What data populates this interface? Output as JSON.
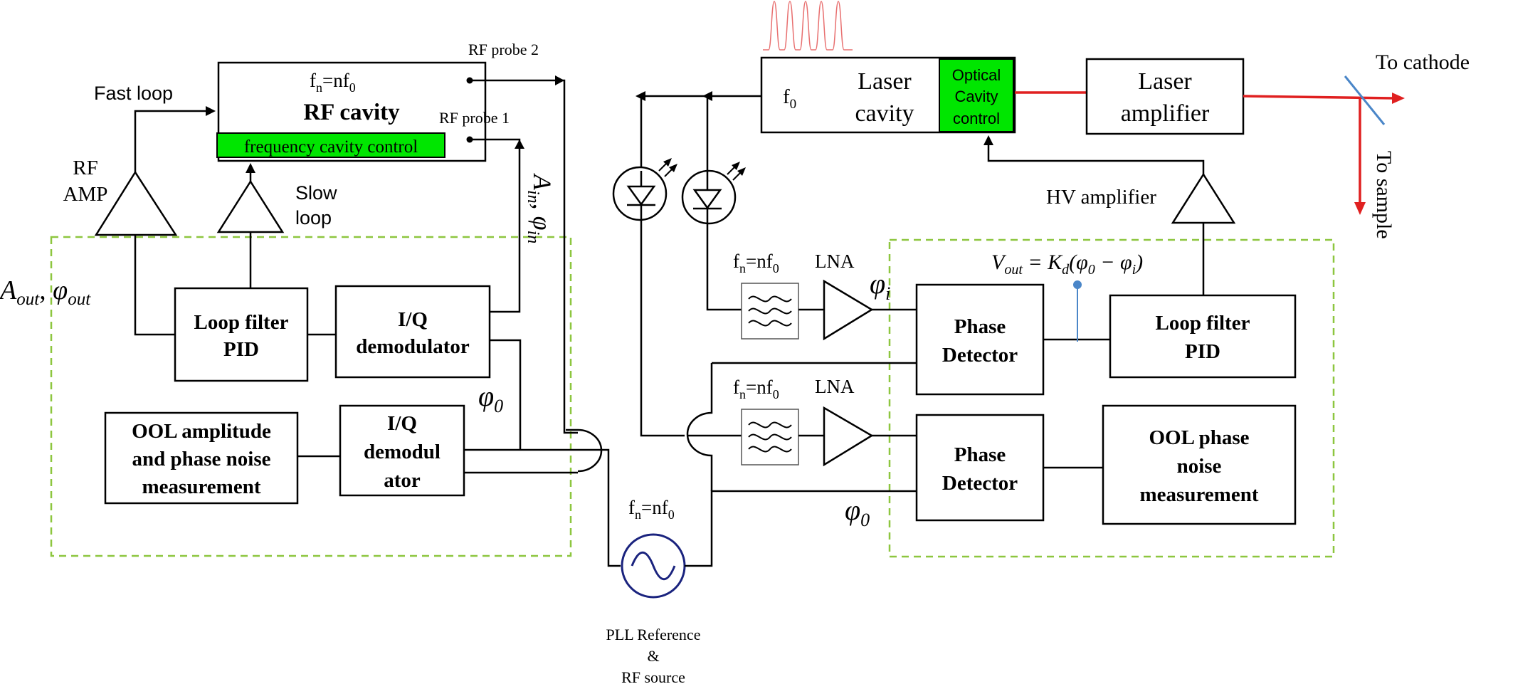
{
  "rf": {
    "cavity_freq": "f",
    "cavity_freq_sub": "n",
    "cavity_freq_eq": "=nf",
    "cavity_freq_sub2": "0",
    "cavity_title": "RF cavity",
    "freq_control": "frequency cavity control",
    "probe2": "RF probe 2",
    "probe1": "RF probe 1",
    "fast_loop": "Fast loop",
    "slow_loop_1": "Slow",
    "slow_loop_2": "loop",
    "amp_1": "RF",
    "amp_2": "AMP",
    "aout_A": "A",
    "aout_sub": "out",
    "aout_comma": ", ",
    "aout_phi": "φ",
    "ain_A": "A",
    "ain_sub": "in",
    "ain_comma": ", ",
    "ain_phi": "φ",
    "loop_filter_1": "Loop filter",
    "loop_filter_2": "PID",
    "iq1_1": "I/Q",
    "iq1_2": "demodulator",
    "phi0_left": "φ",
    "phi0_sub": "0",
    "ool_1": "OOL amplitude",
    "ool_2": "and phase noise",
    "ool_3": "measurement",
    "iq2_1": "I/Q",
    "iq2_2": "demodul",
    "iq2_3": "ator"
  },
  "pll": {
    "freq_f": "f",
    "freq_n": "n",
    "freq_eq": "=nf",
    "freq_0": "0",
    "label_1": "PLL Reference",
    "label_2": "&",
    "label_3": "RF source"
  },
  "laser": {
    "f0_f": "f",
    "f0_0": "0",
    "cavity_1": "Laser",
    "cavity_2": "cavity",
    "optical_1": "Optical",
    "optical_2": "Cavity",
    "optical_3": "control",
    "amp_1": "Laser",
    "amp_2": "amplifier",
    "to_cathode": "To cathode",
    "to_sample": "To sample",
    "hv_amp": "HV amplifier"
  },
  "pll_right": {
    "filter1_f": "f",
    "filter1_n": "n",
    "filter1_eq": "=nf",
    "filter1_0": "0",
    "lna1": "LNA",
    "filter2_f": "f",
    "filter2_n": "n",
    "filter2_eq": "=nf",
    "filter2_0": "0",
    "lna2": "LNA",
    "phi_i": "φ",
    "phi_i_sub": "i",
    "phi0": "φ",
    "phi0_sub": "0",
    "vout_V": "V",
    "vout_sub": "out",
    "vout_eq": " = K",
    "vout_d": "d",
    "vout_rest": "(φ",
    "vout_0": "0",
    "vout_minus": " − φ",
    "vout_i": "i",
    "vout_close": ")",
    "pd1_1": "Phase",
    "pd1_2": "Detector",
    "pd2_1": "Phase",
    "pd2_2": "Detector",
    "loop_filter_1": "Loop filter",
    "loop_filter_2": "PID",
    "ool_1": "OOL phase",
    "ool_2": "noise",
    "ool_3": "measurement"
  },
  "colors": {
    "dashed_region": "#8dc63f",
    "laser_beam": "#e02020",
    "control_fill": "#00e600",
    "pll_source": "#1a237e",
    "marker": "#4a86c8",
    "pulse_train": "#e87070"
  }
}
